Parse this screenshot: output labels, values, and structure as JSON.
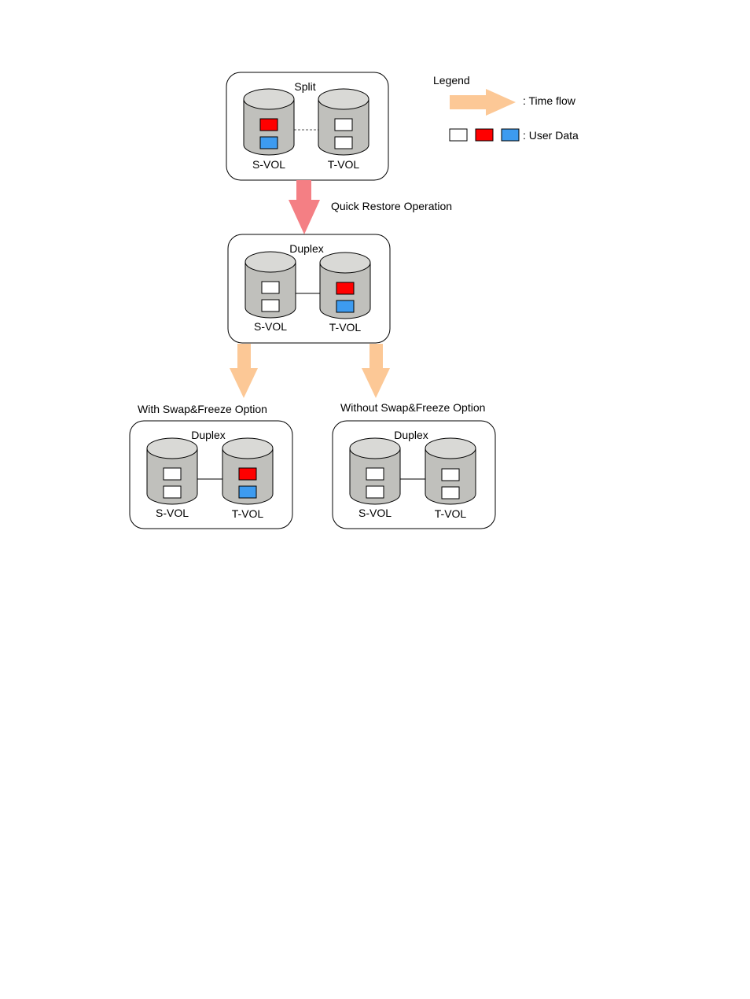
{
  "colors": {
    "cylinder_fill": "#c0c0bc",
    "cylinder_top": "#d9d9d6",
    "red": "#ff0000",
    "blue": "#3d9bf0",
    "white": "#ffffff",
    "time_flow_arrow": "#fcc896",
    "operation_arrow": "#f47f84",
    "panel_border": "#000000"
  },
  "legend": {
    "title": "Legend",
    "time_flow_label": ": Time flow",
    "user_data_label": ": User Data"
  },
  "operation_label": "Quick Restore Operation",
  "panels": {
    "split": {
      "state": "Split",
      "s_vol": "S-VOL",
      "t_vol": "T-VOL"
    },
    "duplex": {
      "state": "Duplex",
      "s_vol": "S-VOL",
      "t_vol": "T-VOL"
    },
    "with_swap": {
      "caption": "With Swap&Freeze Option",
      "state": "Duplex",
      "s_vol": "S-VOL",
      "t_vol": "T-VOL"
    },
    "without_swap": {
      "caption": "Without Swap&Freeze Option",
      "state": "Duplex",
      "s_vol": "S-VOL",
      "t_vol": "T-VOL"
    }
  }
}
